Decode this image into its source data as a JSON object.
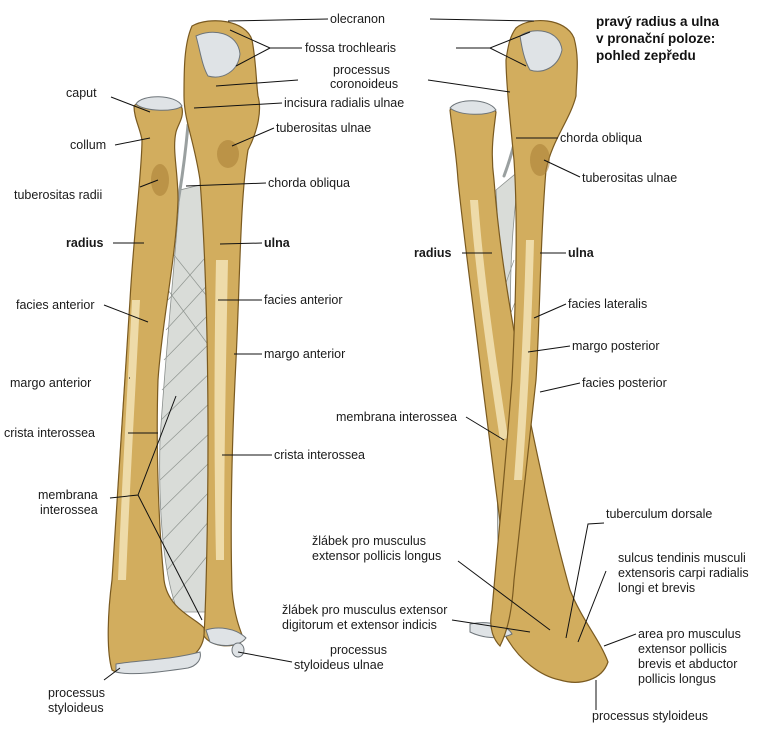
{
  "title": {
    "line1": "pravý radius a ulna",
    "line2": "v pronační poloze:",
    "line3": "pohled zepředu"
  },
  "left_labels": {
    "caput": "caput",
    "collum": "collum",
    "tuberositas_radii": "tuberositas radii",
    "radius": "radius",
    "facies_anterior_r": "facies anterior",
    "margo_anterior_r": "margo anterior",
    "crista_interossea_r": "crista interossea",
    "membrana_line1": "membrana",
    "membrana_line2": "interossea",
    "processus_styloideus_line1": "processus",
    "processus_styloideus_line2": "styloideus"
  },
  "center_labels": {
    "olecranon": "olecranon",
    "fossa_trochlearis": "fossa trochlearis",
    "processus_coronoideus_line1": "processus",
    "processus_coronoideus_line2": "coronoideus",
    "incisura_radialis_ulnae": "incisura radialis ulnae",
    "tuberositas_ulnae": "tuberositas ulnae",
    "chorda_obliqua": "chorda obliqua",
    "ulna": "ulna",
    "facies_anterior_u": "facies anterior",
    "margo_anterior_u": "margo anterior",
    "crista_interossea_u": "crista interossea",
    "processus_styloideus_ulnae_line1": "processus",
    "processus_styloideus_ulnae_line2": "styloideus ulnae"
  },
  "right_labels": {
    "chorda_obliqua": "chorda obliqua",
    "tuberositas_ulnae": "tuberositas ulnae",
    "radius": "radius",
    "ulna": "ulna",
    "facies_lateralis": "facies lateralis",
    "margo_posterior": "margo posterior",
    "facies_posterior": "facies posterior",
    "membrana_interossea": "membrana interossea",
    "tuberculum_dorsale": "tuberculum dorsale",
    "zlabek_epl_line1": "žlábek pro musculus",
    "zlabek_epl_line2": "extensor pollicis longus",
    "zlabek_ed_line1": "žlábek pro musculus extensor",
    "zlabek_ed_line2": "digitorum et extensor indicis",
    "sulcus_line1": "sulcus tendinis musculi",
    "sulcus_line2": "extensoris carpi radialis",
    "sulcus_line3": "longi et brevis",
    "area_line1": "area pro musculus",
    "area_line2": "extensor pollicis",
    "area_line3": "brevis et abductor",
    "area_line4": "pollicis longus",
    "processus_styloideus": "processus styloideus"
  }
}
